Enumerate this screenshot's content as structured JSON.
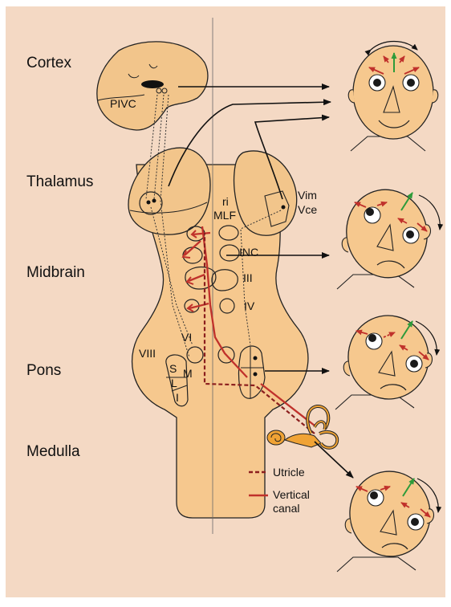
{
  "regions": {
    "cortex": "Cortex",
    "thalamus": "Thalamus",
    "midbrain": "Midbrain",
    "pons": "Pons",
    "medulla": "Medulla"
  },
  "nuclei": {
    "pivc": "PIVC",
    "ri": "ri",
    "mlf": "MLF",
    "vim": "Vim",
    "vce": "Vce",
    "inc": "INC",
    "iii": "III",
    "iv": "IV",
    "vi": "VI",
    "viii": "VIII",
    "s": "S",
    "l": "L",
    "m": "M",
    "i": "I"
  },
  "legend": {
    "utricle": "Utricle",
    "vertical_line1": "Vertical",
    "vertical_line2": "canal"
  },
  "colors": {
    "background": "#f4d9c4",
    "tissue": "#f2c58b",
    "stem": "#f6c88e",
    "outline": "#222222",
    "pathway_red": "#c0312b",
    "utricle_dark": "#8b1e1e",
    "torsion_green": "#2e9b3a",
    "ear": "#f0a335"
  }
}
